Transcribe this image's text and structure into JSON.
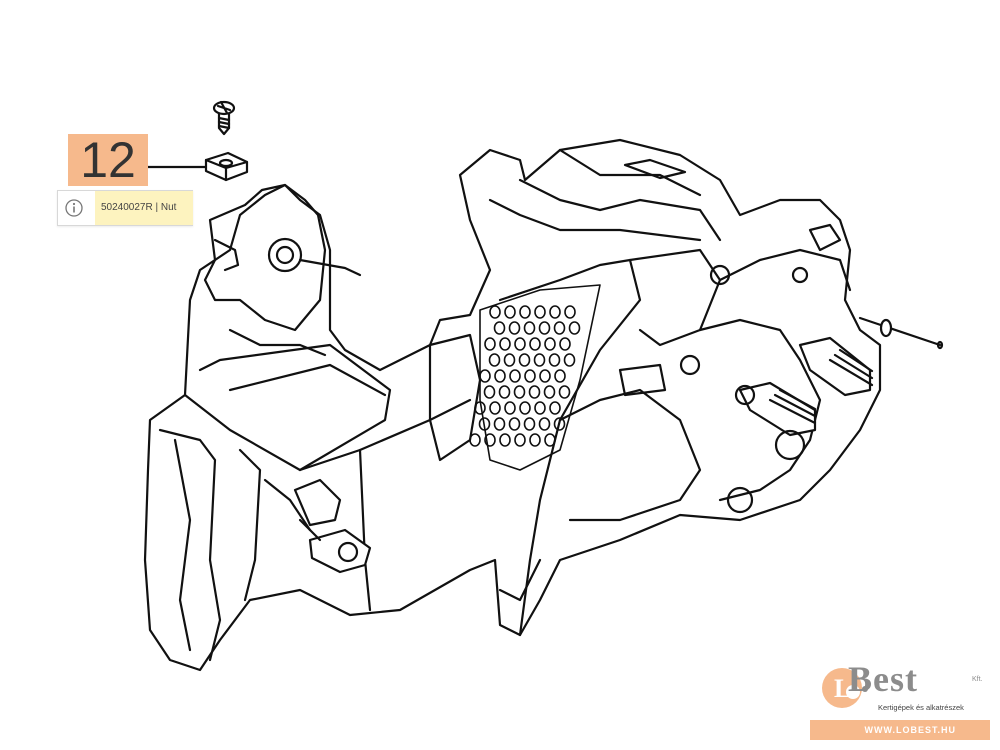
{
  "callout": {
    "number": "12"
  },
  "part": {
    "info_icon": "info-icon",
    "label": "50240027R | Nut"
  },
  "logo": {
    "word": "Best",
    "kft": "Kft.",
    "tagline": "Kertigépek és alkatrészek",
    "url": "WWW.LOBEST.HU",
    "accent_color": "#f6b98c"
  }
}
